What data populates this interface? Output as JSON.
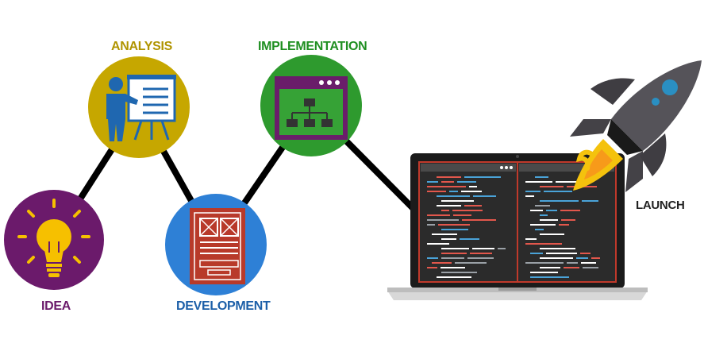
{
  "stages": {
    "idea": {
      "label": "IDEA",
      "color": "#6b1a6b",
      "icon": "lightbulb-icon"
    },
    "analysis": {
      "label": "ANALYSIS",
      "color": "#c6a700",
      "icon": "presenter-board-icon"
    },
    "development": {
      "label": "DEVELOPMENT",
      "color": "#2e80d6",
      "icon": "wireframe-document-icon"
    },
    "implementation": {
      "label": "IMPLEMENTATION",
      "color": "#2e9a2e",
      "icon": "sitemap-window-icon"
    },
    "launch": {
      "label": "LAUNCH",
      "color": "#222222",
      "icon": "rocket-icon"
    }
  },
  "laptop": {
    "icon": "laptop-code-editor-icon",
    "accent": "#c0392b"
  }
}
